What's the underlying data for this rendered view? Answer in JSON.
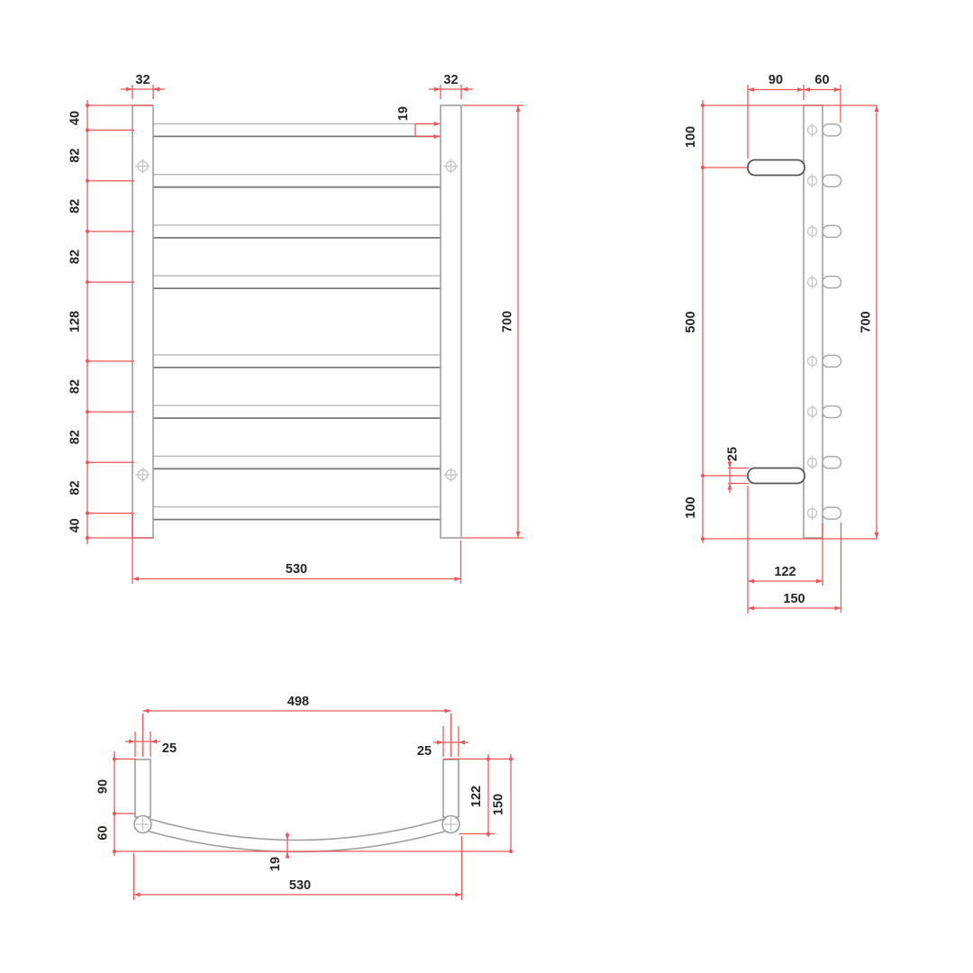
{
  "colors": {
    "background": "#ffffff",
    "dimension": "#ef5356",
    "outline": "#9e9e9e",
    "outline_dark": "#565656",
    "hole": "#c8c8c8",
    "text": "#262626"
  },
  "front_view": {
    "post_width_left": "32",
    "post_width_right": "32",
    "tube_diameter": "19",
    "overall_height": "700",
    "overall_width": "530",
    "rung_spacing": [
      "40",
      "82",
      "82",
      "82",
      "128",
      "82",
      "82",
      "82",
      "40"
    ]
  },
  "side_view": {
    "bracket_projection": "90",
    "rail_offset": "60",
    "top_to_bracket": "100",
    "bracket_centres": "500",
    "bracket_to_bottom": "100",
    "overall_height": "700",
    "bracket_thickness": "25",
    "wall_to_post": "122",
    "wall_to_rail": "150"
  },
  "top_view": {
    "post_centres": "498",
    "bracket_width_left": "25",
    "bracket_width_right": "25",
    "wall_to_rail_start": "90",
    "rail_bow_depth": "60",
    "wall_to_post": "122",
    "overall_depth": "150",
    "tube_diameter": "19",
    "overall_width": "530"
  }
}
